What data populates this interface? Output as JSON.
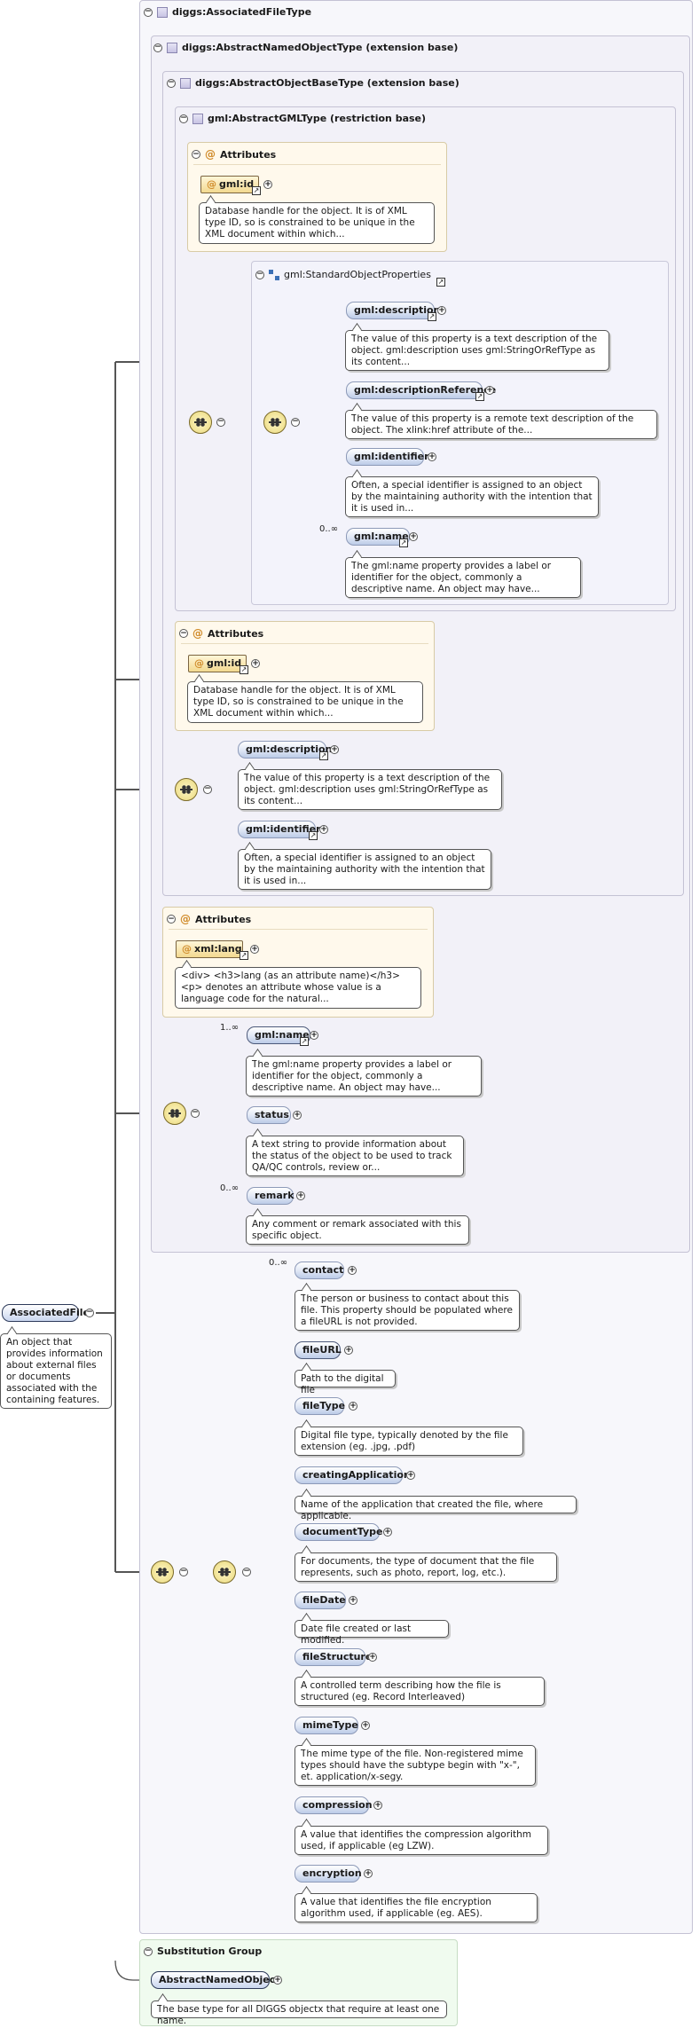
{
  "root_element": {
    "name": "AssociatedFile",
    "doc": "An object that provides information about external files or documents associated with the containing features."
  },
  "types": {
    "associated_file_type": "diggs:AssociatedFileType",
    "abstract_named_object_type": "diggs:AbstractNamedObjectType (extension base)",
    "abstract_object_base_type": "diggs:AbstractObjectBaseType (extension base)",
    "abstract_gml_type": "gml:AbstractGMLType (restriction base)",
    "standard_object_properties": "gml:StandardObjectProperties"
  },
  "labels": {
    "attributes": "Attributes",
    "substitution_group": "Substitution Group"
  },
  "gml_type": {
    "attr_id": "gml:id",
    "attr_id_doc": "Database handle for the object. It is of XML type ID, so is constrained to be unique in the XML document within which..."
  },
  "std_props": {
    "description": "gml:description",
    "description_doc": "The value of this property is a text description of the object. gml:description uses gml:StringOrRefType as its content...",
    "description_reference": "gml:descriptionReference",
    "description_reference_doc": "The value of this property is a remote text description of the object. The xlink:href attribute of the...",
    "identifier": "gml:identifier",
    "identifier_doc": "Often, a special identifier is assigned to an object by the maintaining authority with the intention that it is used in...",
    "name_card": "0..∞",
    "name": "gml:name",
    "name_doc": "The gml:name property provides a label or identifier for the object, commonly a descriptive name. An object may have..."
  },
  "base_type": {
    "attr_id": "gml:id",
    "attr_id_doc": "Database handle for the object. It is of XML type ID, so is constrained to be unique in the XML document within which...",
    "description": "gml:description",
    "description_doc": "The value of this property is a text description of the object. gml:description uses gml:StringOrRefType as its content...",
    "identifier": "gml:identifier",
    "identifier_doc": "Often, a special identifier is assigned to an object by the maintaining authority with the intention that it is used in..."
  },
  "named_type": {
    "attr_lang": "xml:lang",
    "attr_lang_doc": "<div> <h3>lang (as an attribute name)</h3> <p> denotes an attribute whose value is a language code for the natural...",
    "name_card": "1..∞",
    "name": "gml:name",
    "name_doc": "The gml:name property provides a label or identifier for the object, commonly a descriptive name. An object may have...",
    "status": "status",
    "status_doc": "A text string to provide information about the status of the object to be used to track QA/QC controls, review or...",
    "remark_card": "0..∞",
    "remark": "remark",
    "remark_doc": "Any comment or remark associated with this specific object."
  },
  "file_elements": [
    {
      "name": "contact",
      "card": "0..∞",
      "doc": "The person or business to contact about this file. This property should be populated where a fileURL is not provided."
    },
    {
      "name": "fileURL",
      "card": "",
      "doc": "Path to the digital file"
    },
    {
      "name": "fileType",
      "card": "",
      "doc": "Digital file type, typically denoted by the file extension (eg. .jpg, .pdf)"
    },
    {
      "name": "creatingApplication",
      "card": "",
      "doc": "Name of the application that created the file, where applicable."
    },
    {
      "name": "documentType",
      "card": "",
      "doc": "For documents, the type of document that the file represents, such as photo, report, log, etc.)."
    },
    {
      "name": "fileDate",
      "card": "",
      "doc": "Date file created or last modified."
    },
    {
      "name": "fileStructure",
      "card": "",
      "doc": "A controlled term describing how the file is structured (eg. Record Interleaved)"
    },
    {
      "name": "mimeType",
      "card": "",
      "doc": "The mime type of the file. Non-registered mime types should have the subtype begin with \"x-\", et. application/x-segy."
    },
    {
      "name": "compression",
      "card": "",
      "doc": "A value that identifies the compression algorithm used, if applicable (eg LZW)."
    },
    {
      "name": "encryption",
      "card": "",
      "doc": "A value that identifies the file encryption algorithm used, if applicable (eg. AES)."
    }
  ],
  "substitution": {
    "name": "AbstractNamedObject",
    "doc": "The base type for all DIGGS objectx that require at least one name."
  },
  "colors": {
    "complex_bg": "#f2f1f8",
    "attr_bg": "#fff9ec",
    "substitution_bg": "#f0fbef",
    "element_fill": "#dfe6f5"
  }
}
